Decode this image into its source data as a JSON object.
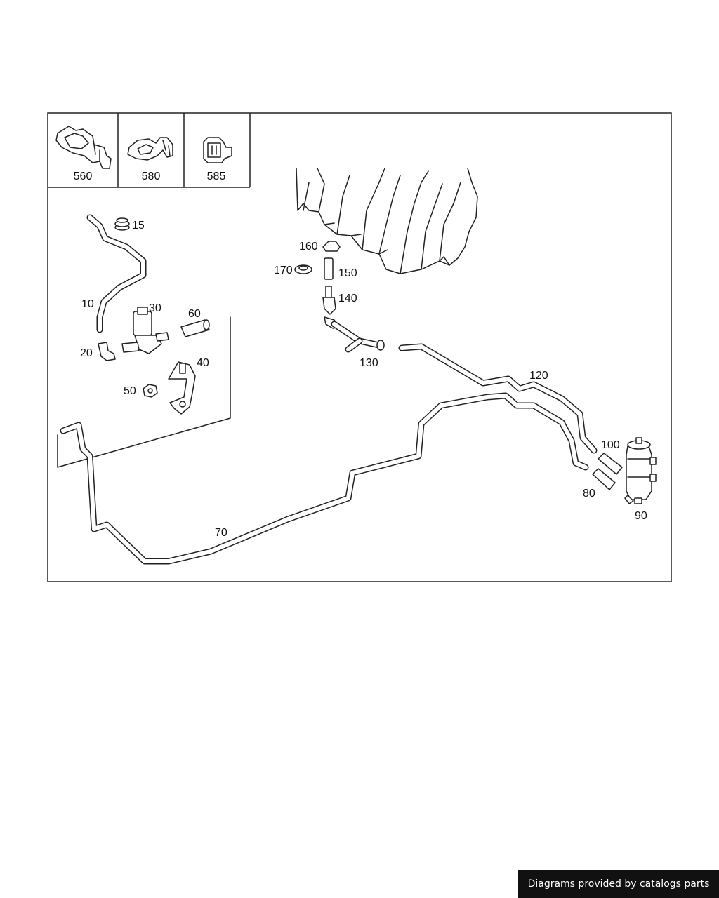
{
  "inset_labels": {
    "p560": "560",
    "p580": "580",
    "p585": "585"
  },
  "labels": {
    "p10": "10",
    "p15": "15",
    "p20": "20",
    "p30": "30",
    "p40": "40",
    "p50": "50",
    "p60": "60",
    "p70": "70",
    "p80": "80",
    "p90": "90",
    "p100": "100",
    "p120": "120",
    "p130": "130",
    "p140": "140",
    "p150": "150",
    "p160": "160",
    "p170": "170"
  },
  "credit": "Diagrams provided by catalogs parts"
}
